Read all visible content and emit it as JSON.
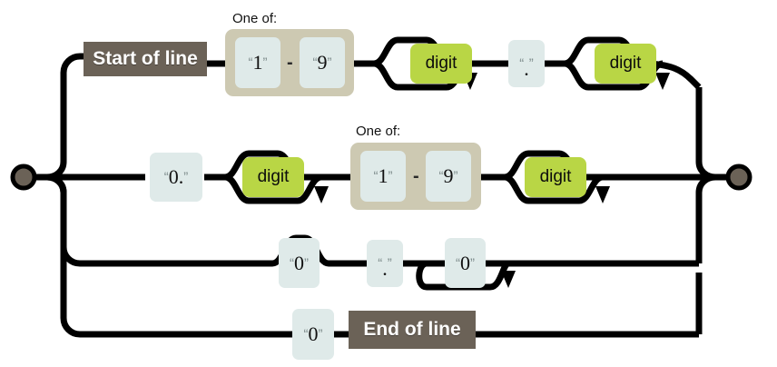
{
  "diagram": {
    "title": "regular expression railroad diagram",
    "colors": {
      "rail": "#000000",
      "terminal_tile": "#dfeae9",
      "nonterminal": "#b9d645",
      "anchor": "#6b6257",
      "group": "#cdc9b2",
      "endpoint": "#6b6257",
      "background": "#ffffff"
    },
    "endpoints": {
      "start_name": "start-endpoint",
      "end_name": "end-endpoint"
    },
    "group_label": "One of:",
    "range_dash": "-",
    "rows": [
      {
        "id": "row-1",
        "items": [
          {
            "kind": "anchor",
            "text": "Start of line"
          },
          {
            "kind": "group",
            "label": "One of:",
            "from": "1",
            "to": "9"
          },
          {
            "kind": "nonterminal",
            "text": "digit",
            "repeat": true
          },
          {
            "kind": "literal",
            "text": "."
          },
          {
            "kind": "nonterminal",
            "text": "digit",
            "repeat": true
          }
        ]
      },
      {
        "id": "row-2",
        "items": [
          {
            "kind": "literal",
            "text": "0."
          },
          {
            "kind": "nonterminal",
            "text": "digit",
            "repeat": true
          },
          {
            "kind": "group",
            "label": "One of:",
            "from": "1",
            "to": "9"
          },
          {
            "kind": "nonterminal",
            "text": "digit",
            "repeat": true
          }
        ]
      },
      {
        "id": "row-3",
        "items": [
          {
            "kind": "literal",
            "text": "0",
            "repeat": false
          },
          {
            "kind": "literal",
            "text": "."
          },
          {
            "kind": "literal",
            "text": "0",
            "repeat": true
          }
        ]
      },
      {
        "id": "row-4",
        "items": [
          {
            "kind": "literal",
            "text": "0"
          },
          {
            "kind": "anchor",
            "text": "End of line"
          }
        ]
      }
    ],
    "labels": {
      "start_of_line": "Start of line",
      "end_of_line": "End of line",
      "digit": "digit",
      "zero": "0",
      "zero_dot": "0.",
      "dot": ".",
      "one": "1",
      "nine": "9",
      "one_of": "One of:",
      "dash": "-",
      "quote_open": "“",
      "quote_close": "”"
    }
  }
}
